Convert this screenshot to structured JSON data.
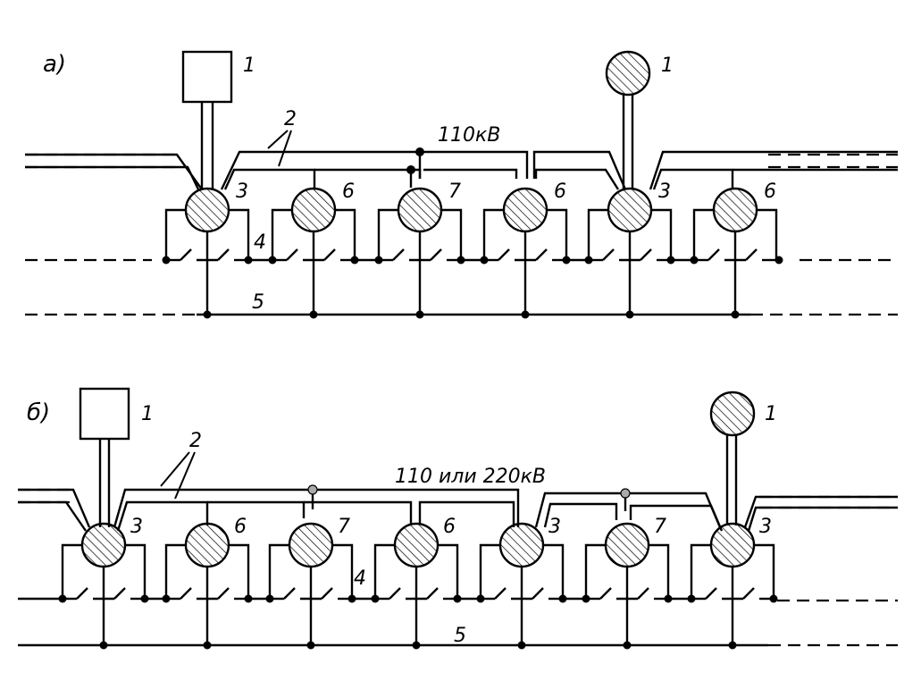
{
  "diagrams": [
    {
      "id": "a",
      "label": "а)",
      "voltage_label": "110кВ",
      "source_labels": [
        "1",
        "1"
      ],
      "line_label": "2",
      "busbar_label": "4",
      "ground_label": "5",
      "nodes": [
        "3",
        "6",
        "7",
        "6",
        "3",
        "6"
      ]
    },
    {
      "id": "b",
      "label": "б)",
      "voltage_label": "110 или 220кВ",
      "source_labels": [
        "1",
        "1"
      ],
      "line_label": "2",
      "busbar_label": "4",
      "ground_label": "5",
      "nodes": [
        "3",
        "6",
        "7",
        "6",
        "3",
        "7",
        "3"
      ]
    }
  ]
}
